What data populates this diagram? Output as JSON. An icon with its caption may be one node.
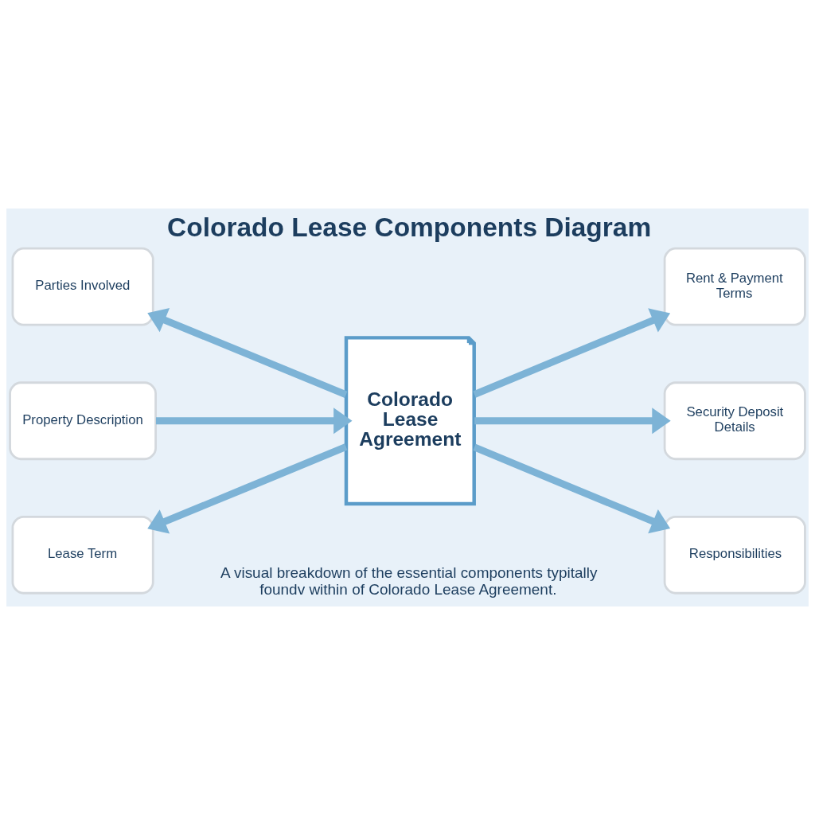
{
  "diagram": {
    "title": "Colorado Lease Components Diagram",
    "caption": "A visual breakdown of the essential components typitally foundv within of Colorado Lease Agreement.",
    "nodes": [
      {
        "text": [
          "Parties Involved"
        ]
      },
      {
        "text": [
          "Rent & Payment Terms"
        ]
      },
      {
        "text": [
          "Property Description"
        ]
      },
      {
        "text": [
          "Colorado Lease Agreement"
        ]
      },
      {
        "text": [
          "Security Deposit Details"
        ]
      },
      {
        "text": [
          "Lease Term"
        ]
      },
      {
        "text": [
          "Responsibilities"
        ]
      }
    ],
    "edges": [
      {
        "from": 3,
        "to": 0,
        "arrow": "to"
      },
      {
        "from": 3,
        "to": 1,
        "arrow": "to"
      },
      {
        "from": 2,
        "to": 3,
        "arrow": "to"
      },
      {
        "from": 3,
        "to": 4,
        "arrow": "to"
      },
      {
        "from": 3,
        "to": 5,
        "arrow": "to"
      },
      {
        "from": 3,
        "to": 6,
        "arrow": "to"
      }
    ]
  }
}
